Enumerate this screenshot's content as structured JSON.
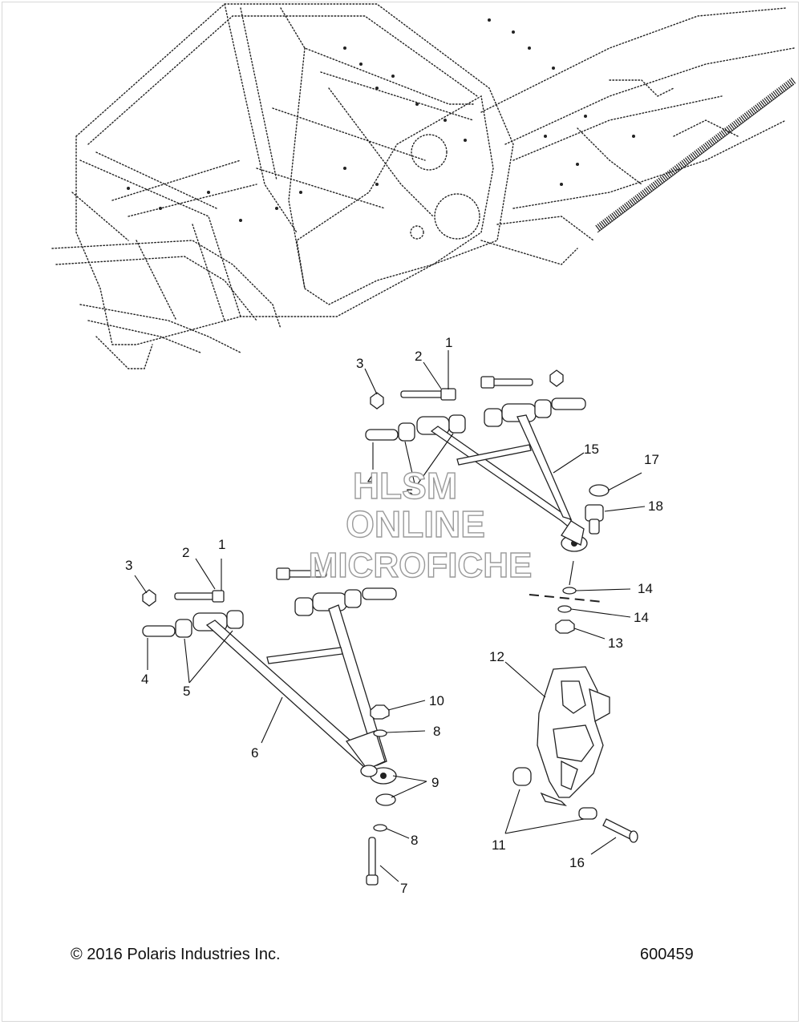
{
  "watermark": {
    "line1": "HLSM",
    "line2": "ONLINE",
    "line3": "MICROFICHE"
  },
  "footer": {
    "copyright": "© 2016 Polaris Industries Inc.",
    "figure_number": "600459"
  },
  "callouts": [
    {
      "id": "c1a",
      "label": "1"
    },
    {
      "id": "c2a",
      "label": "2"
    },
    {
      "id": "c3a",
      "label": "3"
    },
    {
      "id": "c4a",
      "label": "4"
    },
    {
      "id": "c5a",
      "label": "5"
    },
    {
      "id": "c15",
      "label": "15"
    },
    {
      "id": "c17",
      "label": "17"
    },
    {
      "id": "c18",
      "label": "18"
    },
    {
      "id": "c14a",
      "label": "14"
    },
    {
      "id": "c14b",
      "label": "14"
    },
    {
      "id": "c13",
      "label": "13"
    },
    {
      "id": "c1b",
      "label": "1"
    },
    {
      "id": "c2b",
      "label": "2"
    },
    {
      "id": "c3b",
      "label": "3"
    },
    {
      "id": "c4b",
      "label": "4"
    },
    {
      "id": "c5b",
      "label": "5"
    },
    {
      "id": "c6",
      "label": "6"
    },
    {
      "id": "c10",
      "label": "10"
    },
    {
      "id": "c8a",
      "label": "8"
    },
    {
      "id": "c9",
      "label": "9"
    },
    {
      "id": "c8b",
      "label": "8"
    },
    {
      "id": "c7",
      "label": "7"
    },
    {
      "id": "c12",
      "label": "12"
    },
    {
      "id": "c11",
      "label": "11"
    },
    {
      "id": "c16",
      "label": "16"
    }
  ]
}
